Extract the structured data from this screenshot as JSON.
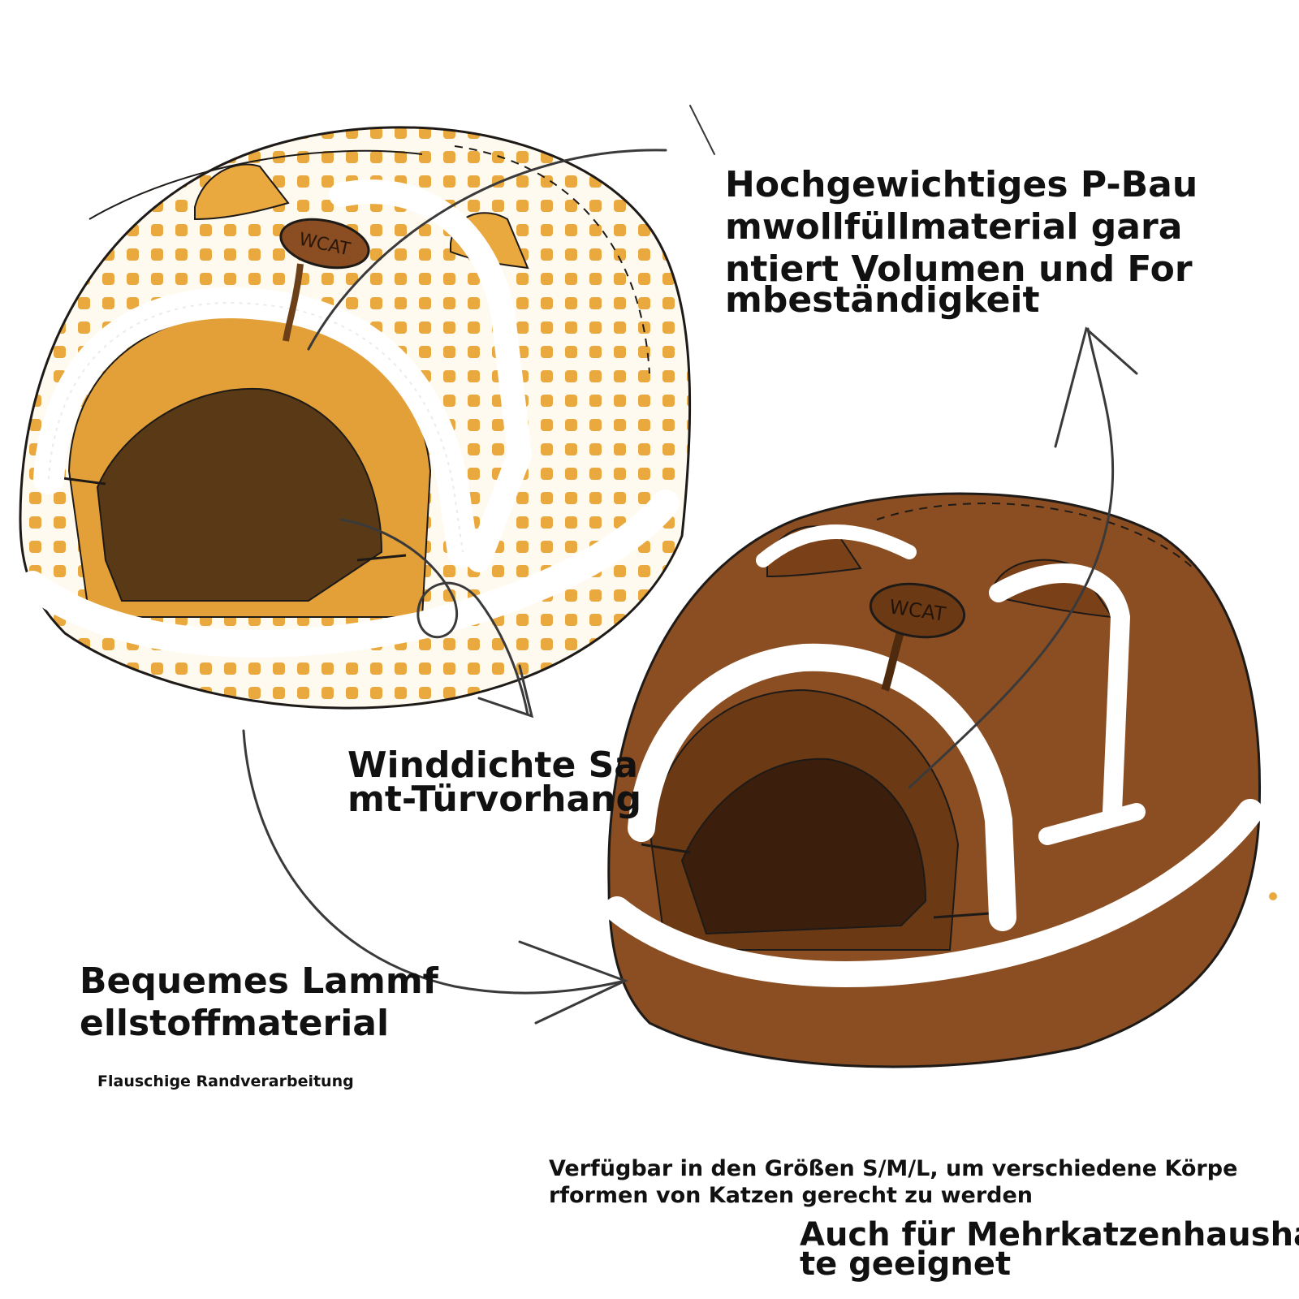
{
  "colors": {
    "background": "#ffffff",
    "gingham_bed": "#e9a93f",
    "gingham_interior": "#e4a038",
    "brown_bed": "#8a4e22",
    "dark_interior": "#4a2a12",
    "fur_trim": "#ffffff",
    "outline": "#1e1a17",
    "text": "#111111"
  },
  "beds": [
    {
      "style": "yellow-gingham",
      "logo": "WCAT"
    },
    {
      "style": "brown-solid",
      "logo": "WCAT"
    }
  ],
  "captions": {
    "filling": {
      "lines": [
        "Hochgewichtiges P-Bau",
        "mwollfüllmaterial gara",
        "ntiert Volumen und For",
        "mbeständigkeit"
      ]
    },
    "curtain": {
      "lines": [
        "Winddichte Sa",
        "mt-Türvorhang"
      ]
    },
    "fabric": {
      "lines": [
        "Bequemes Lammf",
        "ellstoffmaterial"
      ]
    },
    "edge": {
      "lines": [
        "Flauschige Randverarbeitung"
      ]
    },
    "sizes": {
      "lines": [
        "Verfügbar in den Größen S/M/L, um verschiedene Körpe",
        "rformen von Katzen gerecht zu werden"
      ]
    },
    "multi": {
      "lines": [
        "Auch für Mehrkatzenhaushal",
        "te geeignet"
      ]
    }
  }
}
